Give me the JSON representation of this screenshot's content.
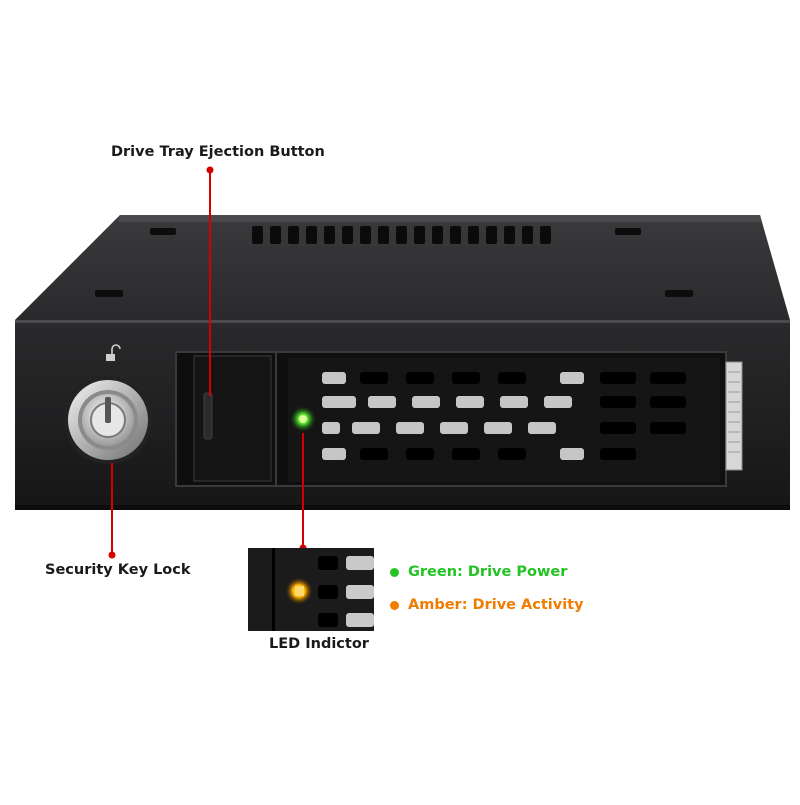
{
  "callouts": {
    "ejection_button": "Drive Tray Ejection Button",
    "key_lock": "Security Key Lock",
    "led_indicator": "LED Indictor"
  },
  "legend": {
    "green_label": "Green: Drive Power",
    "amber_label": "Amber: Drive Activity"
  },
  "colors": {
    "callout_line": "#d40000",
    "green": "#22c322",
    "amber": "#f07d00",
    "chassis": "#1c1c1e"
  }
}
